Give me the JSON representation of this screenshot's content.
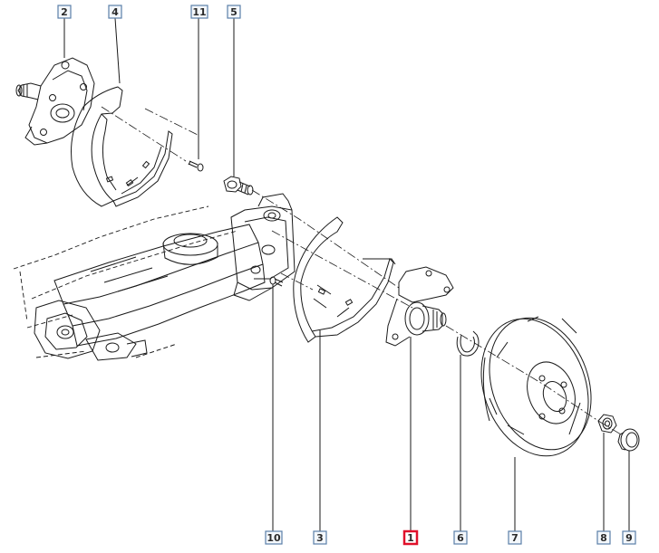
{
  "diagram": {
    "callouts": [
      {
        "id": "2",
        "label": "2",
        "highlighted": false
      },
      {
        "id": "4",
        "label": "4",
        "highlighted": false
      },
      {
        "id": "11",
        "label": "11",
        "highlighted": false
      },
      {
        "id": "5",
        "label": "5",
        "highlighted": false
      },
      {
        "id": "10",
        "label": "10",
        "highlighted": false
      },
      {
        "id": "3",
        "label": "3",
        "highlighted": false
      },
      {
        "id": "1",
        "label": "1",
        "highlighted": true
      },
      {
        "id": "6",
        "label": "6",
        "highlighted": false
      },
      {
        "id": "7",
        "label": "7",
        "highlighted": false
      },
      {
        "id": "8",
        "label": "8",
        "highlighted": false
      },
      {
        "id": "9",
        "label": "9",
        "highlighted": false
      }
    ],
    "colors": {
      "line": "#1a1a1a",
      "callout_border": "#5a7fa8",
      "callout_fill": "#f4f8fc",
      "highlight_border": "#e0102a",
      "highlight_fill": "#ffffff"
    }
  }
}
